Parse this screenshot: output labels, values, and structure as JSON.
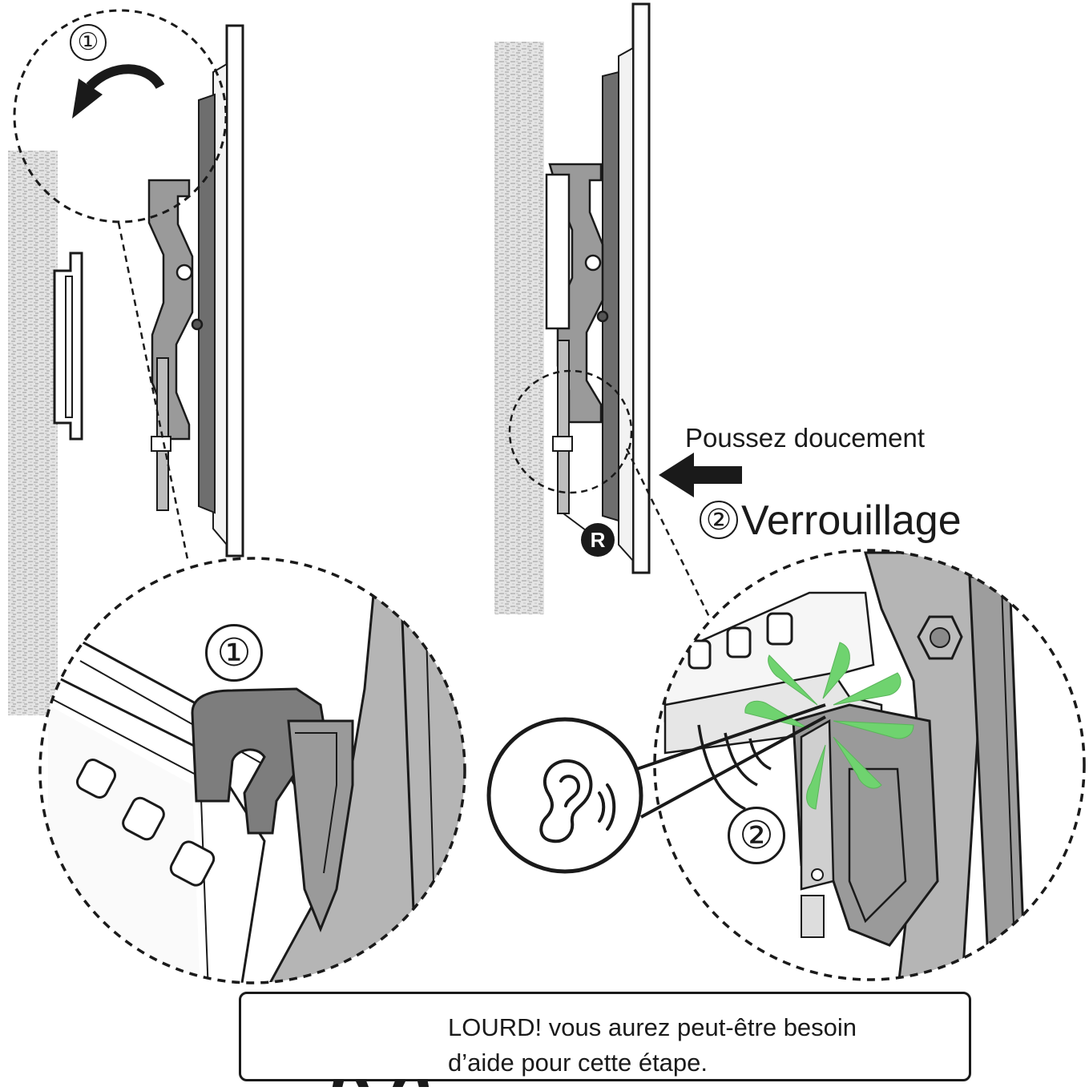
{
  "labels": {
    "push_gently": "Poussez doucement",
    "lock_step_number": "②",
    "lock": "Verrouillage",
    "step_1": "①",
    "step_1_detail": "①",
    "step_2_detail": "②",
    "r_marker": "R"
  },
  "warning": {
    "heavy": "LOURD!",
    "line1_rest": " vous aurez peut-être besoin",
    "line2": "d’aide pour cette étape."
  },
  "colors": {
    "ink": "#1a1a1a",
    "wall_texture": "#cfcfcf",
    "bracket_gray": "#8c8c8c",
    "click_green": "#6fd36f"
  },
  "icons": [
    "warning-triangle-icon",
    "two-person-lift-icon",
    "ear-sound-icon",
    "rotate-arrow-icon",
    "push-arrow-icon"
  ]
}
